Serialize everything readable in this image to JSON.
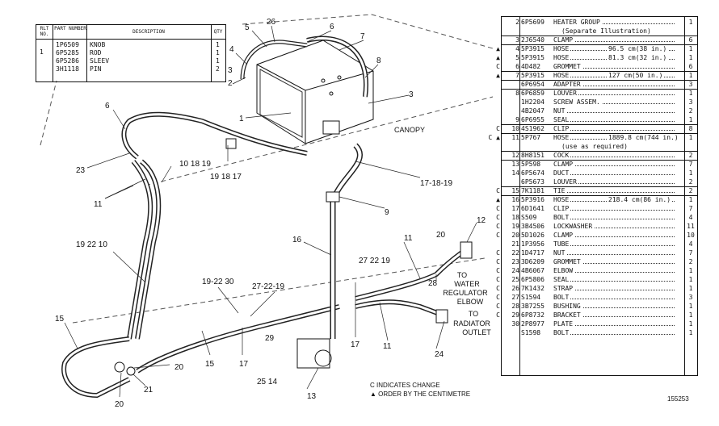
{
  "knob_table": {
    "headers": {
      "ref_no": "RLT NO.",
      "part_number": "PART NUMBER",
      "description": "DESCRIPTION",
      "qty": "QTY"
    },
    "group_ref": "1",
    "rows": [
      {
        "part": "1P6509",
        "desc": "KNOB",
        "qty": "1"
      },
      {
        "part": "6P5285",
        "desc": "ROD",
        "qty": "1"
      },
      {
        "part": "6P5286",
        "desc": "SLEEV",
        "qty": "1"
      },
      {
        "part": "3H1118",
        "desc": "PIN",
        "qty": "2"
      }
    ]
  },
  "parts_list": [
    {
      "c": "",
      "ref": "2",
      "part": "6P5699",
      "desc": "HEATER GROUP",
      "sub": "(Separate   Illustration)",
      "qty": "1"
    },
    {
      "c": "",
      "ref": "3",
      "part": "2J6540",
      "desc": "CLAMP",
      "qty": "6"
    },
    {
      "c": "▲",
      "ref": "4",
      "part": "5P3915",
      "desc": "HOSE",
      "spec": "96.5 cm(38 in.)",
      "qty": "1"
    },
    {
      "c": "▲",
      "ref": "5",
      "part": "5P3915",
      "desc": "HOSE",
      "spec": "81.3 cm(32 in.)",
      "qty": "1"
    },
    {
      "c": "C",
      "ref": "6",
      "part": "4D482",
      "desc": "GROMMET",
      "qty": "6"
    },
    {
      "c": "▲",
      "ref": "7",
      "part": "5P3915",
      "desc": "HOSE",
      "spec": "127 cm(50 in.)",
      "qty": "1"
    },
    {
      "c": "",
      "ref": "",
      "part": "6P6954",
      "desc": "ADAPTER",
      "qty": "3"
    },
    {
      "c": "",
      "ref": "8",
      "part": "6P6859",
      "desc": "LOUVER",
      "qty": "1"
    },
    {
      "c": "",
      "ref": "",
      "part": "1H2204",
      "desc": "SCREW ASSEM.",
      "qty": "3"
    },
    {
      "c": "",
      "ref": "",
      "part": "4B2047",
      "desc": "NUT",
      "qty": "2"
    },
    {
      "c": "",
      "ref": "9",
      "part": "6P6955",
      "desc": "SEAL",
      "qty": "1"
    },
    {
      "c": "C",
      "ref": "10",
      "part": "4S1962",
      "desc": "CLIP",
      "qty": "8"
    },
    {
      "c": "C ▲",
      "ref": "11",
      "part": "5P767",
      "desc": "HOSE",
      "spec": "1889.8 cm(744 in.)",
      "sub": "(use as required)",
      "qty": "1"
    },
    {
      "c": "",
      "ref": "12",
      "part": "8H8151",
      "desc": "COCK",
      "qty": "2"
    },
    {
      "c": "",
      "ref": "13",
      "part": "5P598",
      "desc": "CLAMP",
      "qty": "7"
    },
    {
      "c": "",
      "ref": "14",
      "part": "6P5674",
      "desc": "DUCT",
      "qty": "1"
    },
    {
      "c": "",
      "ref": "",
      "part": "6P5673",
      "desc": "LOUVER",
      "qty": "2"
    },
    {
      "c": "C",
      "ref": "15",
      "part": "7K1181",
      "desc": "TIE",
      "qty": "2"
    },
    {
      "c": "▲",
      "ref": "16",
      "part": "5P3916",
      "desc": "HOSE",
      "spec": "218.4 cm(86 in.)",
      "qty": "1"
    },
    {
      "c": "C",
      "ref": "17",
      "part": "6D1641",
      "desc": "CLIP",
      "qty": "7"
    },
    {
      "c": "C",
      "ref": "18",
      "part": "S509",
      "desc": "BOLT",
      "qty": "4"
    },
    {
      "c": "C",
      "ref": "19",
      "part": "3B4506",
      "desc": "LOCKWASHER",
      "qty": "11"
    },
    {
      "c": "C",
      "ref": "20",
      "part": "5D1026",
      "desc": "CLAMP",
      "qty": "10"
    },
    {
      "c": "",
      "ref": "21",
      "part": "1P3956",
      "desc": "TUBE",
      "qty": "4"
    },
    {
      "c": "C",
      "ref": "22",
      "part": "1D4717",
      "desc": "NUT",
      "qty": "7"
    },
    {
      "c": "C",
      "ref": "23",
      "part": "3D6209",
      "desc": "GROMMET",
      "qty": "2"
    },
    {
      "c": "C",
      "ref": "24",
      "part": "4B6067",
      "desc": "ELBOW",
      "qty": "1"
    },
    {
      "c": "C",
      "ref": "25",
      "part": "6P5806",
      "desc": "SEAL",
      "qty": "1"
    },
    {
      "c": "C",
      "ref": "26",
      "part": "7K1432",
      "desc": "STRAP",
      "qty": "1"
    },
    {
      "c": "C",
      "ref": "27",
      "part": "S1594",
      "desc": "BOLT",
      "qty": "3"
    },
    {
      "c": "C",
      "ref": "28",
      "part": "3B7255",
      "desc": "BUSHING",
      "qty": "1"
    },
    {
      "c": "C",
      "ref": "29",
      "part": "6P8732",
      "desc": "BRACKET",
      "qty": "1"
    },
    {
      "c": "",
      "ref": "30",
      "part": "2P8977",
      "desc": "PLATE",
      "qty": "1"
    },
    {
      "c": "",
      "ref": "",
      "part": "S1598",
      "desc": "BOLT",
      "qty": "1"
    }
  ],
  "labels": {
    "canopy": "CANOPY",
    "to_water_regulator": [
      "TO",
      "WATER",
      "REGULATOR",
      "ELBOW"
    ],
    "to_radiator": [
      "TO",
      "RADIATOR",
      "OUTLET"
    ],
    "footnote_c": "C INDICATES CHANGE",
    "footnote_order": "▲ ORDER BY THE CENTIMETRE",
    "illustration_number": "155253"
  },
  "callouts": {
    "c26": "26",
    "c5": "5",
    "c6a": "6",
    "c7": "7",
    "c4": "4",
    "c3a": "3",
    "c2": "2",
    "c8": "8",
    "c3b": "3",
    "c1": "1",
    "c6b": "6",
    "c23": "23",
    "c10_18_19": "10  18  19",
    "c11a": "11",
    "c19_18_17": "19  18  17",
    "c17_18_19": "17-18-19",
    "c9": "9",
    "c16": "16",
    "c11b": "11",
    "c20a": "20",
    "c12": "12",
    "c28": "28",
    "c27_22_19a": "27  22  19",
    "c19_22_10": "19 22 10",
    "c19_22_30": "19-22  30",
    "c27_22_19b": "27-22-19",
    "c29": "29",
    "c15a": "15",
    "c15b": "15",
    "c17a": "17",
    "c20b": "20",
    "c21": "21",
    "c20c": "20",
    "c25_14": "25  14",
    "c13": "13",
    "c17b": "17",
    "c11c": "11",
    "c24": "24"
  }
}
